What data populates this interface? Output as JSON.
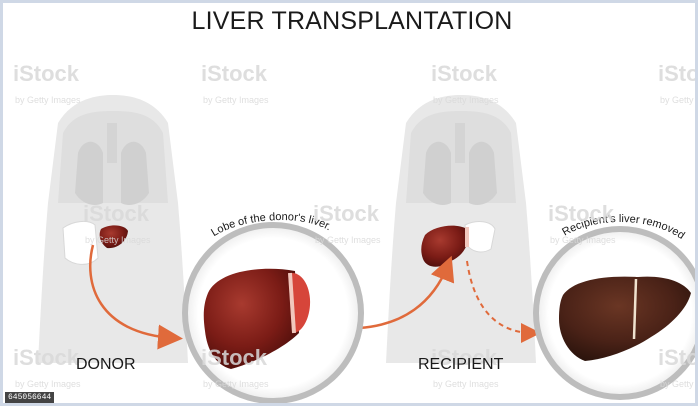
{
  "diagram": {
    "title": "LIVER TRANSPLANTATION",
    "donor_label": "DONOR",
    "recipient_label": "RECIPIENT",
    "lobe_caption": "Lobe of the donor's liver.",
    "removed_caption": "Recipient's liver removed"
  },
  "watermark": {
    "brand": "iStock",
    "byline": "by Getty Images"
  },
  "stock_id": "645056644",
  "colors": {
    "liver": "#7b1c16",
    "liver_diseased": "#4a2217",
    "arrow": "#e06a3b",
    "body": "#e7e7e7",
    "circle_ring": "#bdbdbd"
  }
}
